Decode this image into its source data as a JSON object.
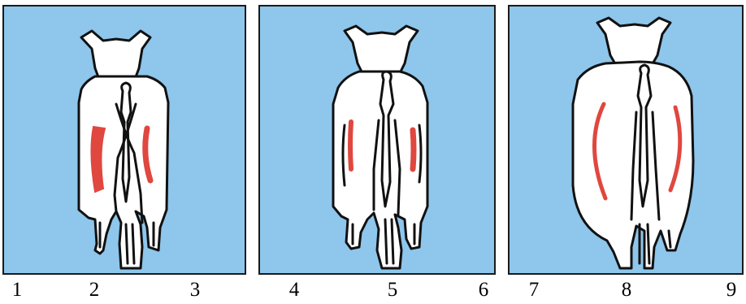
{
  "colors": {
    "background": "#8ec6ec",
    "outline": "#111111",
    "muscle_marking": "#e0473f"
  },
  "panels": [
    {
      "name": "thin-hindquarter",
      "muscling": "thin"
    },
    {
      "name": "medium-hindquarter",
      "muscling": "moderate"
    },
    {
      "name": "thick-hindquarter",
      "muscling": "heavy"
    }
  ],
  "scale": {
    "numbers": [
      "1",
      "2",
      "3",
      "4",
      "5",
      "6",
      "7",
      "8",
      "9"
    ]
  }
}
